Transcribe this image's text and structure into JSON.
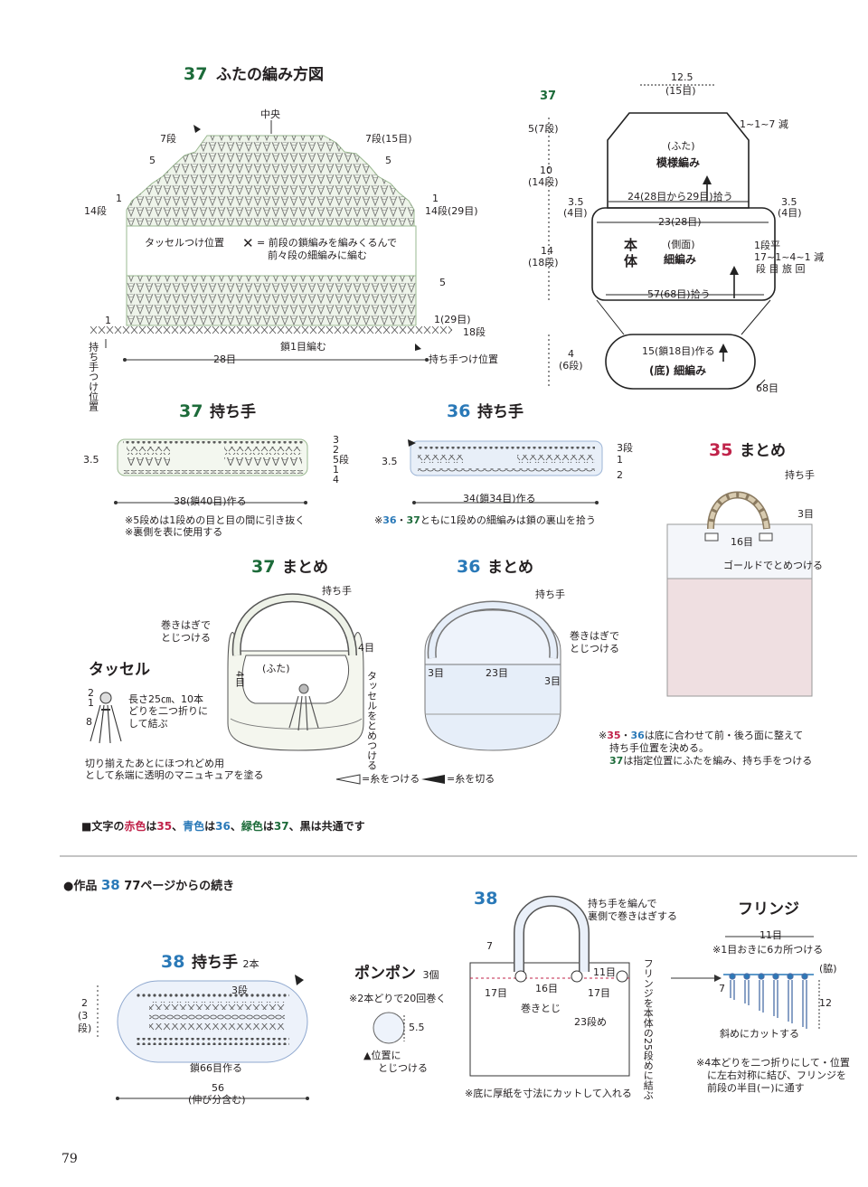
{
  "page_number": "79",
  "legend_note": {
    "prefix": "■文字の",
    "red_word": "赤色",
    "mid1": "は",
    "red_num": "35",
    "sep1": "、",
    "blue_word": "青色",
    "mid2": "は",
    "blue_num": "36",
    "sep2": "、",
    "green_word": "緑色",
    "mid3": "は",
    "green_num": "37",
    "suffix": "、黒は共通です"
  },
  "lid_chart": {
    "num": "37",
    "title": "ふたの編み方図",
    "center_label": "中央",
    "row7_left": "7段",
    "row7_right": "7段(15目)",
    "row5_top": "5",
    "row1_left": "1",
    "row14_left": "14段",
    "row1_right": "1",
    "row14_right": "14段(29目)",
    "tassel_pos": "タッセルつけ位置",
    "symbol_desc_1": "= 前段の鎖編みを編みくるんで",
    "symbol_desc_2": "前々段の細編みに編む",
    "row5_bottom": "5",
    "row1_bottom_left": "1",
    "row1_bottom_right": "1(29目)",
    "row18": "18段",
    "chain_note": "鎖1目編む",
    "width_label": "28目",
    "handle_pos_left": "持ち手つけ位置",
    "handle_pos_right": "持ち手つけ位置"
  },
  "bag37_diagram": {
    "num": "37",
    "top_w": "12.5",
    "top_st": "(15目)",
    "dec_note": "1~1~7 減",
    "h1": "5(7段)",
    "h2_a": "10",
    "h2_b": "(14段)",
    "lid_label": "(ふた)",
    "lid_pattern": "模様編み",
    "pickup": "24(28目から29目)拾う",
    "side_left_a": "3.5",
    "side_left_b": "(4目)",
    "side_right_a": "3.5",
    "side_right_b": "(4目)",
    "body_width": "23(28目)",
    "h3_a": "14",
    "h3_b": "(18段)",
    "body_label": "本体",
    "side_label": "(側面)",
    "side_pattern": "細編み",
    "inc_note_1": "1段平",
    "inc_note_2": "17~1~4~1 減",
    "inc_note_3": "段 目 旅 回",
    "bottom_pickup": "57(68目)拾う",
    "base_h_a": "4",
    "base_h_b": "(6段)",
    "base_chain": "15(鎖18目)作る",
    "base_label": "(底) 細編み",
    "base_count": "68目"
  },
  "handle37": {
    "num": "37",
    "title": "持ち手",
    "height": "3.5",
    "r3": "3",
    "r2": "2",
    "r5": "5段",
    "r1": "1",
    "r4": "4",
    "chain": "38(鎖40目)作る",
    "note1": "※5段めは1段めの目と目の間に引き抜く",
    "note2": "※裏側を表に使用する"
  },
  "handle36": {
    "num": "36",
    "title": "持ち手",
    "height": "3.5",
    "r3": "3段",
    "r1": "1",
    "r2": "2",
    "chain": "34(鎖34目)作る",
    "note_prefix": "※",
    "note_n1": "36",
    "note_dot": "・",
    "note_n2": "37",
    "note_rest": "ともに1段めの細編みは鎖の裏山を拾う"
  },
  "finish35": {
    "num": "35",
    "title": "まとめ",
    "handle": "持ち手",
    "st3": "3目",
    "st16": "16目",
    "gold": "ゴールドでとめつける"
  },
  "finish37": {
    "num": "37",
    "title": "まとめ",
    "handle": "持ち手",
    "wrap1": "巻きはぎで",
    "wrap2": "とじつける",
    "st4": "4目",
    "lid": "(ふた)",
    "st4v": "4目",
    "tassel_attach": "タッセルをとめつける"
  },
  "finish36": {
    "num": "36",
    "title": "まとめ",
    "handle": "持ち手",
    "wrap1": "巻きはぎで",
    "wrap2": "とじつける",
    "st3l": "3目",
    "st23": "23目",
    "st3r": "3目"
  },
  "tassel": {
    "title": "タッセル",
    "n2": "2",
    "n1": "1",
    "n8": "8",
    "desc1": "長さ25㎝、10本",
    "desc2": "どりを二つ折りに",
    "desc3": "して結ぶ",
    "foot1": "切り揃えたあとにほつれどめ用",
    "foot2": "として糸端に透明のマニュキュアを塗る"
  },
  "yarn_legend": {
    "join": "=糸をつける",
    "cut": "=糸を切る"
  },
  "finish_note": {
    "l1_prefix": "※",
    "l1_n1": "35",
    "l1_dot": "・",
    "l1_n2": "36",
    "l1_rest": "は底に合わせて前・後ろ面に整えて",
    "l2": "持ち手位置を決める。",
    "l3_n": "37",
    "l3_rest": "は指定位置にふたを編み、持ち手をつける"
  },
  "section38": {
    "bullet": "●作品",
    "num": "38",
    "rest": "77ページからの続き"
  },
  "handle38": {
    "num": "38",
    "title": "持ち手",
    "qty": "2本",
    "h_a": "2",
    "h_b": "(3",
    "h_c": "段)",
    "r3": "3段",
    "chain": "鎖66目作る",
    "len": "56",
    "len_note": "(伸び分含む)"
  },
  "pompom": {
    "title": "ポンポン",
    "qty": "3個",
    "note": "※2本どりで20回巻く",
    "size": "5.5",
    "pos1": "▲位置に",
    "pos2": "とじつける"
  },
  "bag38": {
    "num": "38",
    "note1": "持ち手を編んで",
    "note2": "裏側で巻きはぎする",
    "st7": "7",
    "st11": "11目",
    "st17l": "17目",
    "st16": "16目",
    "st17r": "17目",
    "wrap": "巻きとじ",
    "row23": "23段め",
    "fringe_side": "フリンジを本体の25段めに結ぶ",
    "base_note": "※底に厚紙を寸法にカットして入れる"
  },
  "fringe": {
    "title": "フリンジ",
    "st11": "11目",
    "note1": "※1目おきに6カ所つける",
    "side": "(脇)",
    "n7": "7",
    "n12": "12",
    "cut": "斜めにカットする",
    "foot1": "※4本どりを二つ折りにして・位置",
    "foot2": "に左右対称に結び、フリンジを",
    "foot3": "前段の半目(ー)に通す"
  }
}
